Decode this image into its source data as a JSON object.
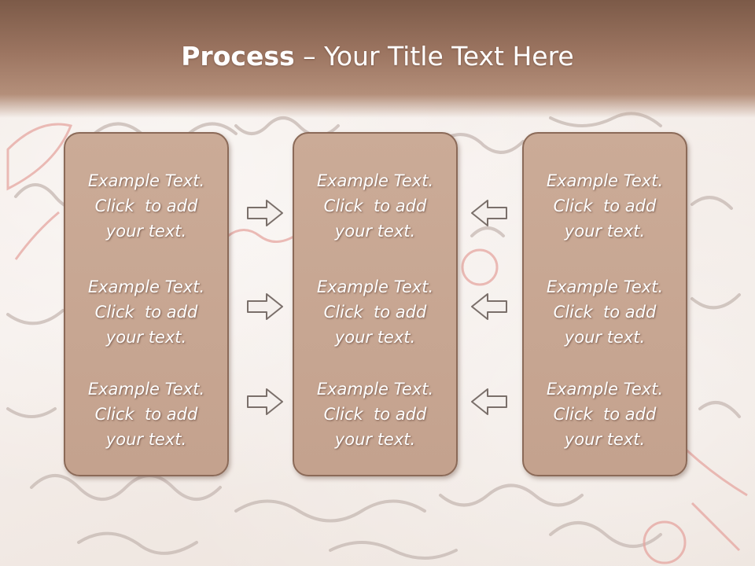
{
  "header": {
    "title_bold": "Process",
    "title_rest": " – Your Title Text Here"
  },
  "columns": [
    {
      "blocks": [
        {
          "line1": "Example Text.",
          "line2": "Click  to add",
          "line3": "your text."
        },
        {
          "line1": "Example Text.",
          "line2": "Click  to add",
          "line3": "your text."
        },
        {
          "line1": "Example Text.",
          "line2": "Click  to add",
          "line3": "your text."
        }
      ]
    },
    {
      "blocks": [
        {
          "line1": "Example Text.",
          "line2": "Click  to add",
          "line3": "your text."
        },
        {
          "line1": "Example Text.",
          "line2": "Click  to add",
          "line3": "your text."
        },
        {
          "line1": "Example Text.",
          "line2": "Click  to add",
          "line3": "your text."
        }
      ]
    },
    {
      "blocks": [
        {
          "line1": "Example Text.",
          "line2": "Click  to add",
          "line3": "your text."
        },
        {
          "line1": "Example Text.",
          "line2": "Click  to add",
          "line3": "your text."
        },
        {
          "line1": "Example Text.",
          "line2": "Click  to add",
          "line3": "your text."
        }
      ]
    }
  ],
  "arrows": {
    "left_group": "arrow-right-icon",
    "right_group": "arrow-left-icon"
  },
  "colors": {
    "header": "#9c7561",
    "box_fill": "#c4a28e",
    "box_border": "#8b6a58",
    "text": "#ffffff"
  }
}
